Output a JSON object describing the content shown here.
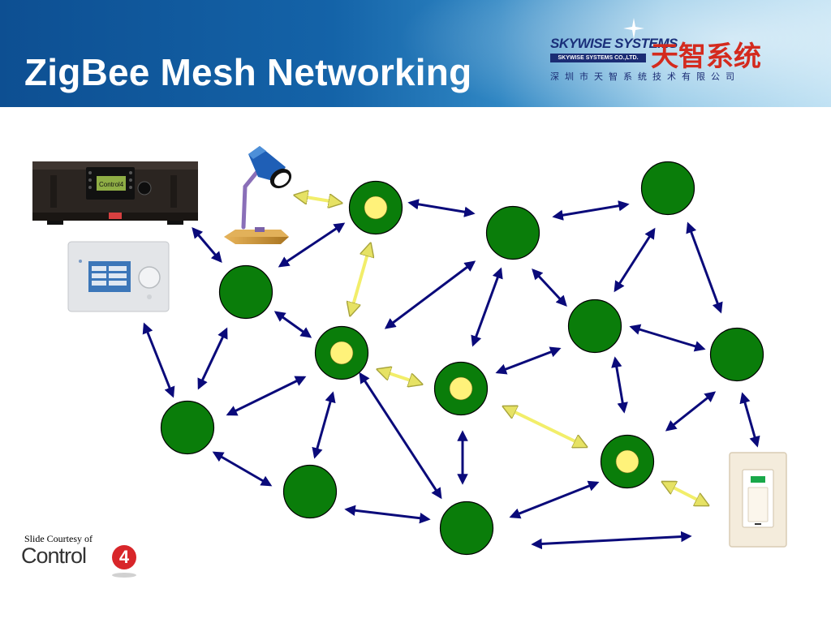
{
  "header": {
    "title": "ZigBee Mesh Networking",
    "logo": {
      "brand": "SKYWISE SYSTEMS",
      "company": "SKYWISE SYSTEMS CO.,LTD.",
      "chinese_name": "天智系统",
      "chinese_subtitle": "深圳市天智系统技术有限公司",
      "colors": {
        "brand": "#1a2f7a",
        "chinese": "#d42a1e"
      }
    }
  },
  "diagram": {
    "colors": {
      "node_fill": "#0a7d0a",
      "coordinator_dot": "#fff27a",
      "mesh_link": "#0a0a7a",
      "end_device_link": "#f2ee6a",
      "header_start": "#0d4f92",
      "header_end": "#b9def2"
    },
    "devices": [
      {
        "id": "amplifier",
        "icon": "audio-amplifier-icon"
      },
      {
        "id": "touchscreen",
        "icon": "touch-panel-icon"
      },
      {
        "id": "lamp",
        "icon": "desk-lamp-icon"
      },
      {
        "id": "dimmer",
        "icon": "wall-dimmer-icon"
      }
    ]
  },
  "footer": {
    "courtesy": "Slide Courtesy of",
    "brand": "Control",
    "brand_badge": "4"
  }
}
